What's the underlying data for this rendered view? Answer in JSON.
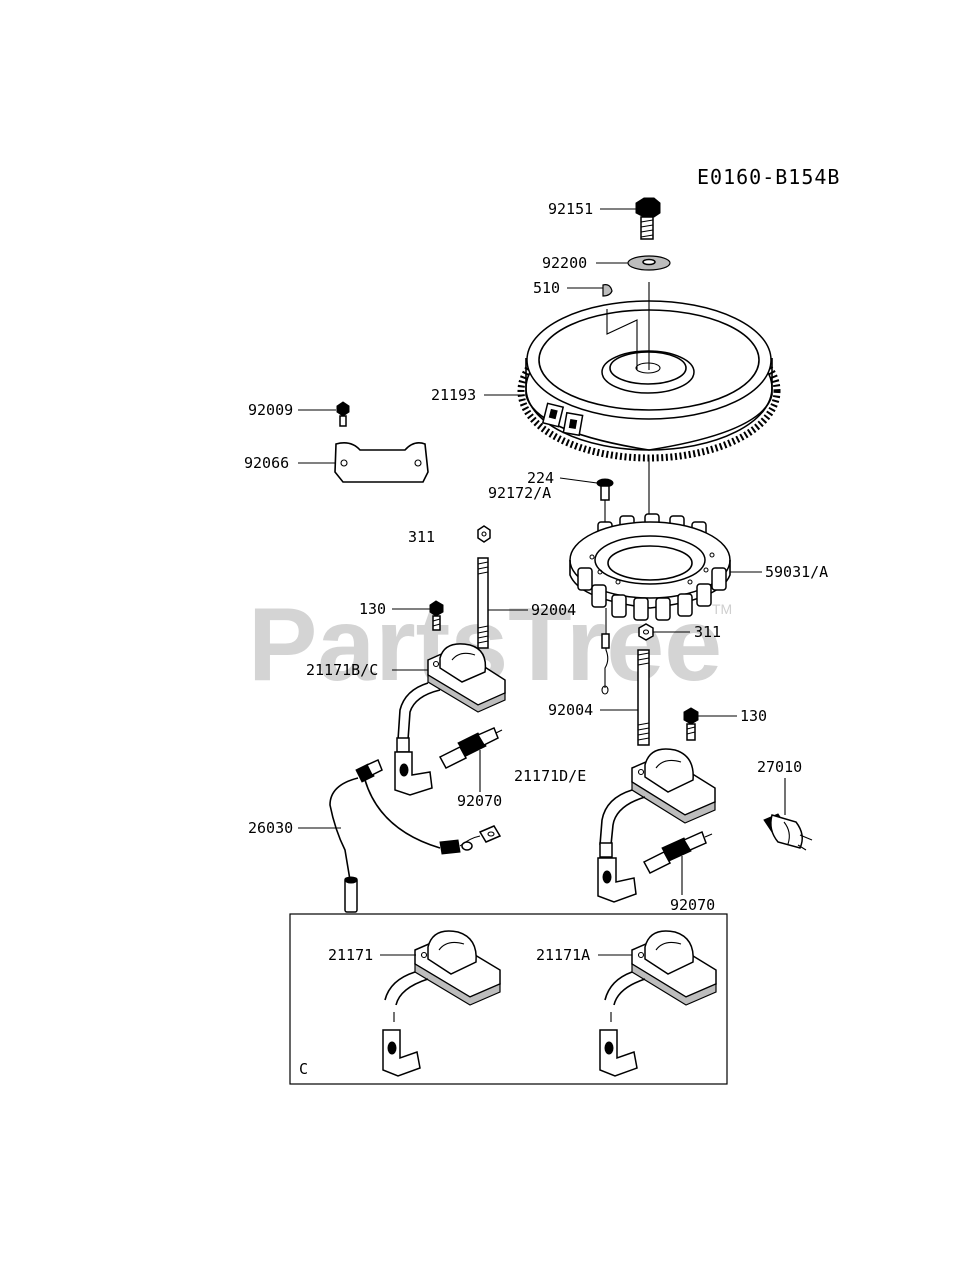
{
  "diagram": {
    "code": "E0160-B154B",
    "watermark": "PartsTree",
    "watermark_tm": "TM",
    "inset_note": "C"
  },
  "callouts": {
    "c92151": "92151",
    "c92200": "92200",
    "c510": "510",
    "c21193": "21193",
    "c92009": "92009",
    "c92066": "92066",
    "c224": "224",
    "c92172": "92172/A",
    "c311a": "311",
    "c59031": "59031/A",
    "c130a": "130",
    "c92004a": "92004",
    "c311b": "311",
    "c21171bc": "21171B/C",
    "c92004b": "92004",
    "c130b": "130",
    "c27010": "27010",
    "c21171de": "21171D/E",
    "c92070a": "92070",
    "c26030": "26030",
    "c92070b": "92070",
    "c21171": "21171",
    "c21171a": "21171A"
  }
}
